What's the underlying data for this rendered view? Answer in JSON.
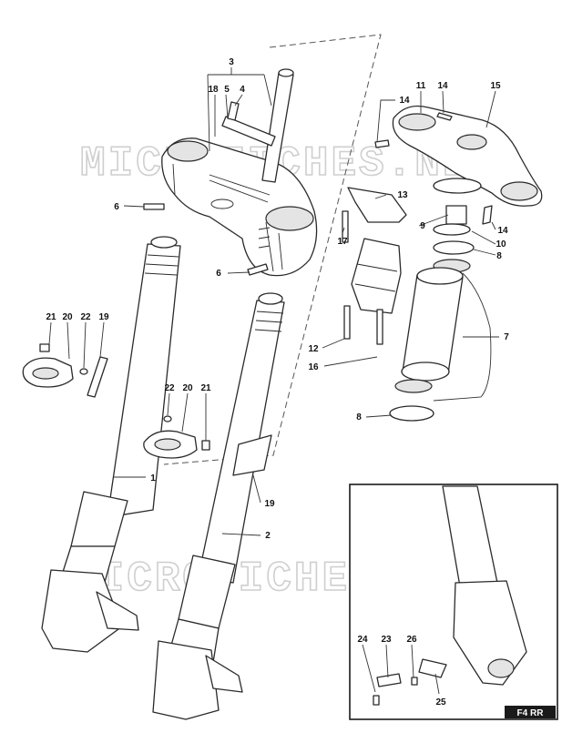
{
  "watermark": "MICROFICHES.NET",
  "inset_badge": "F4 RR",
  "callouts": {
    "c1": "1",
    "c2": "2",
    "c3": "3",
    "c4": "4",
    "c5": "5",
    "c6a": "6",
    "c6b": "6",
    "c7": "7",
    "c8a": "8",
    "c8b": "8",
    "c9": "9",
    "c10": "10",
    "c11": "11",
    "c12": "12",
    "c13": "13",
    "c14a": "14",
    "c14b": "14",
    "c14c": "14",
    "c15": "15",
    "c16": "16",
    "c17": "17",
    "c18": "18",
    "c19a": "19",
    "c19b": "19",
    "c20a": "20",
    "c20b": "20",
    "c21a": "21",
    "c21b": "21",
    "c22a": "22",
    "c22b": "22",
    "c23": "23",
    "c24": "24",
    "c25": "25",
    "c26": "26"
  }
}
